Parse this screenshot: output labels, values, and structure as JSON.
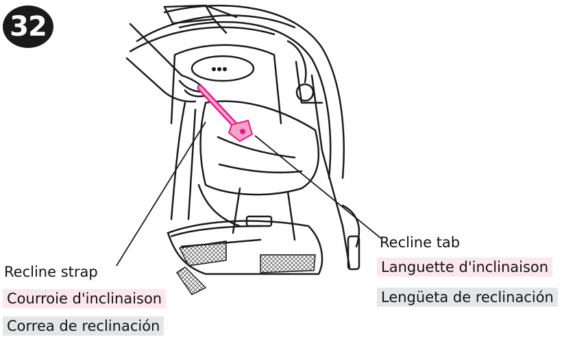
{
  "step": {
    "number": "32"
  },
  "labels": {
    "recline_tab": {
      "en": "Recline tab",
      "fr": "Languette d'inclinaison",
      "es": "Lengüeta de reclinación"
    },
    "recline_strap": {
      "en": "Recline strap",
      "fr": "Courroie d'inclinaison",
      "es": "Correa de reclinación"
    }
  },
  "colors": {
    "highlight_pink": "#e8198b",
    "fr_background": "#fbe7ee",
    "es_background": "#e5e6e9",
    "ink": "#1a1a1a"
  }
}
